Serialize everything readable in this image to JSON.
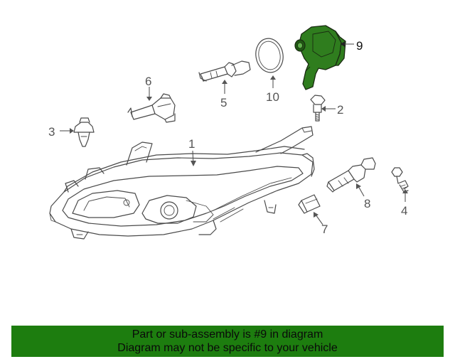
{
  "diagram": {
    "highlighted_part": "9",
    "highlight_color": "#2f7d1e",
    "callouts": {
      "c1": "1",
      "c2": "2",
      "c3": "3",
      "c4": "4",
      "c5": "5",
      "c6": "6",
      "c7": "7",
      "c8": "8",
      "c9": "9",
      "c10": "10"
    }
  },
  "banner": {
    "line1": "Part or sub-assembly is #9 in diagram",
    "line2": "Diagram may not be specific to your vehicle",
    "background": "#1d7d0f"
  }
}
